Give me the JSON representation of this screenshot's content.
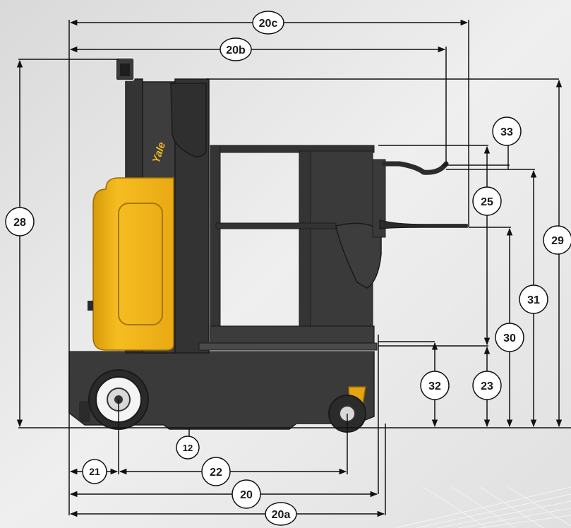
{
  "colors": {
    "background": "#e6e6e6",
    "machine_body": "#3b3b3b",
    "machine_dark": "#262626",
    "accent_yellow": "#f2b71e",
    "dimension_line": "#111111",
    "label_circle_fill": "#ffffff"
  },
  "brand": {
    "logo_text": "Yale"
  },
  "dimensions": {
    "d12": "12",
    "d20": "20",
    "d20a": "20a",
    "d20b": "20b",
    "d20c": "20c",
    "d21": "21",
    "d22": "22",
    "d23": "23",
    "d25": "25",
    "d28": "28",
    "d29": "29",
    "d30": "30",
    "d31": "31",
    "d32": "32",
    "d33": "33"
  }
}
